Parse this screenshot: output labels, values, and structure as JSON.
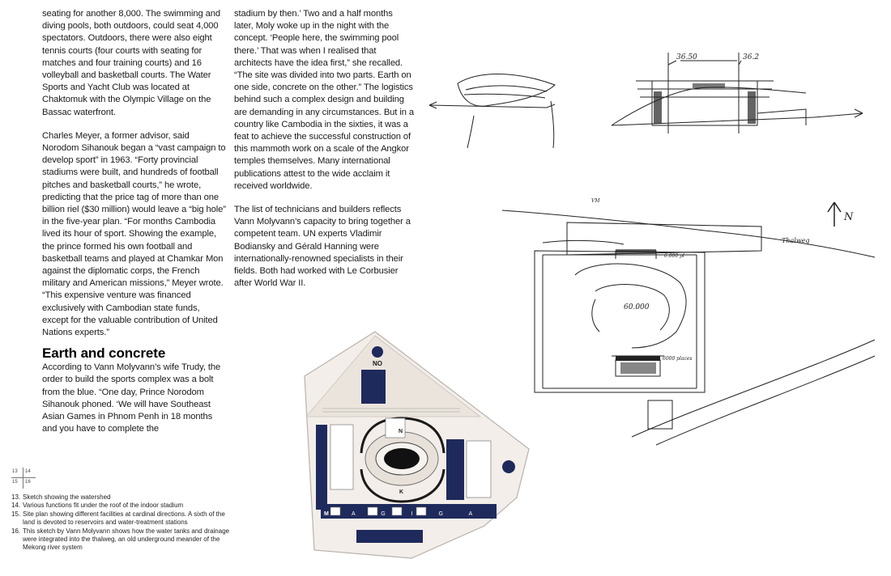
{
  "column1": {
    "p1": "seating for another 8,000. The swimming and diving pools, both outdoors, could seat 4,000 spectators. Outdoors, there were also eight tennis courts (four courts with seating for matches and four training courts) and 16 volleyball and basketball courts. The Water Sports and Yacht Club was located at Chaktomuk with the Olympic Village on the Bassac waterfront.",
    "p2": "Charles Meyer, a former advisor, said Norodom Sihanouk began a “vast campaign to develop sport” in 1963. “Forty provincial stadiums were built, and hundreds of football pitches and basketball courts,” he wrote, predicting that the price tag of more than one billion riel ($30 million) would leave a “big hole” in the five-year plan. “For months Cambodia lived its hour of sport.  Showing the example, the prince formed his own football and basketball teams and played at Chamkar Mon against the diplomatic corps, the French military and American missions,” Meyer wrote. “This expensive venture was financed exclusively with Cambodian state funds, except for the valuable contribution of United Nations experts.”",
    "heading": "Earth and concrete",
    "p3": "According to Vann Molyvann’s wife Trudy, the order to build the sports complex was a bolt from the blue. “One day, Prince Norodom Sihanouk phoned. ‘We will have Southeast Asian Games in Phnom Penh in 18 months and you have to complete the"
  },
  "column2": {
    "p1": "stadium by then.’ Two and a half months later, Moly woke up in the night with the concept.  ‘People here, the swimming pool there.’  That was when I realised that architects have the idea first,” she recalled.  “The site was divided into two parts.  Earth on one side, concrete on the other.” The logistics behind such a complex design and building are demanding in any circumstances. But in a country like Cambodia in the sixties, it was a feat to achieve the successful construction of this mammoth work on a scale of the Angkor temples themselves.  Many international publications attest to the wide acclaim it received worldwide.",
    "p2": "The list of technicians and builders reflects Vann Molyvann’s capacity to bring together a competent team. UN experts Vladimir Bodiansky and Gérald Hanning were internationally-renowned specialists in their fields.  Both had worked with Le Corbusier after World War II."
  },
  "figure_key": [
    "13",
    "14",
    "15",
    "16"
  ],
  "captions": [
    {
      "num": "13.",
      "text": "Sketch showing the watershed"
    },
    {
      "num": "14.",
      "text": "Various functions fit under the roof of the indoor stadium"
    },
    {
      "num": "15.",
      "text": "Site plan showing different facilities at cardinal directions. A sixth of the land is devoted to reservoirs and water-treatment stations"
    },
    {
      "num": "16.",
      "text": "This sketch by Vann Molyvann shows how the water tanks and drainage were integrated into the thalweg, an old underground meander of the Mekong river system"
    }
  ],
  "sketch_labels": {
    "dim_left": "36.50",
    "dim_right": "36.2",
    "vm": "VM",
    "north": "N",
    "thalweg": "Thalweg",
    "capacity_top": "6.000 pl",
    "capacity_center": "60.000",
    "capacity_bottom": "6000 places"
  },
  "plan_labels": {
    "top": "NO",
    "k": "K",
    "n": "N",
    "m": "M",
    "letters": "A G I G A"
  },
  "colors": {
    "text": "#1a1a1a",
    "plan_fill": "#1f2a5c",
    "plan_bg": "#f3eee9",
    "plan_border": "#b9b2ad"
  }
}
